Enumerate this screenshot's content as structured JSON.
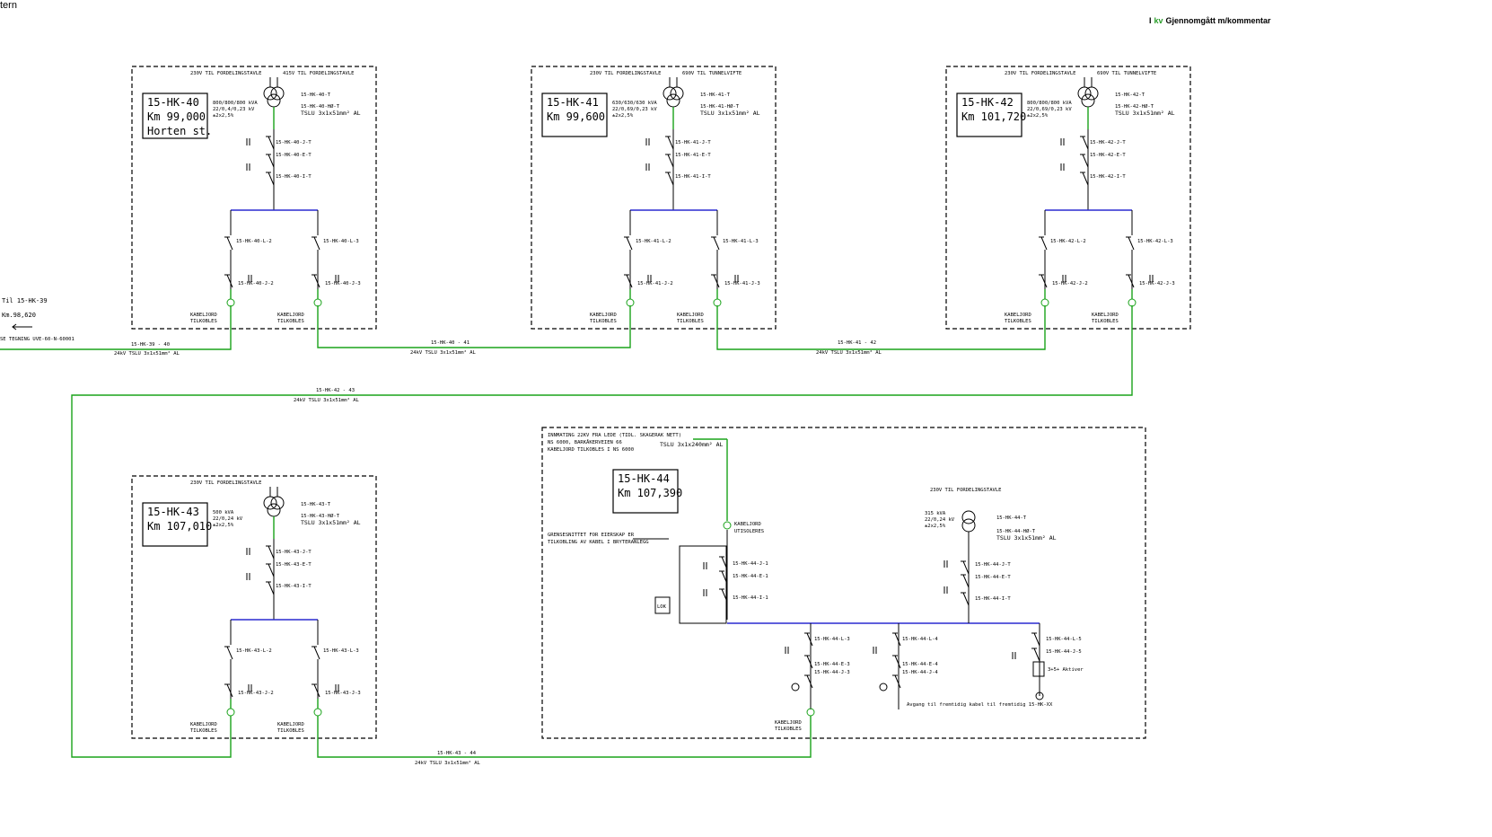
{
  "header": {
    "corner_text": "tern",
    "status_prefix": "I",
    "status_mark": "kv",
    "status_label": "Gjennomgått m/kommentar"
  },
  "stations": [
    {
      "id": "15-HK-40",
      "km": "Km 99,000",
      "extra": "Horten st.",
      "left_feed": "230V TIL FORDELINGSTAVLE",
      "right_feed": "415V TIL FORDELINGSTAVLE",
      "rating": "800/800/800 kVA",
      "voltage": "22/0,4/0,23 kV",
      "tap": "±2x2,5%",
      "t_label": "15-HK-40-T",
      "ht_label": "15-HK-40-HØ-T",
      "cable": "TSLU 3x1x51mm² AL",
      "j_label": "15-HK-40-J-T",
      "e_label": "15-HK-40-E-T",
      "i_label": "15-HK-40-I-T",
      "l2": "15-HK-40-L-2",
      "l3": "15-HK-40-L-3",
      "j2": "15-HK-40-J-2",
      "j3": "15-HK-40-J-3",
      "kab": "KABELJORD",
      "tilk": "TILKOBLES"
    },
    {
      "id": "15-HK-41",
      "km": "Km 99,600",
      "extra": "",
      "left_feed": "230V TIL FORDELINGSTAVLE",
      "right_feed": "690V TIL TUNNELVIFTE",
      "rating": "630/630/630 kVA",
      "voltage": "22/0,69/0,23 kV",
      "tap": "±2x2,5%",
      "t_label": "15-HK-41-T",
      "ht_label": "15-HK-41-HØ-T",
      "cable": "TSLU 3x1x51mm² AL",
      "j_label": "15-HK-41-J-T",
      "e_label": "15-HK-41-E-T",
      "i_label": "15-HK-41-I-T",
      "l2": "15-HK-41-L-2",
      "l3": "15-HK-41-L-3",
      "j2": "15-HK-41-J-2",
      "j3": "15-HK-41-J-3",
      "kab": "KABELJORD",
      "tilk": "TILKOBLES"
    },
    {
      "id": "15-HK-42",
      "km": "Km 101,720",
      "extra": "",
      "left_feed": "230V TIL FORDELINGSTAVLE",
      "right_feed": "690V TIL TUNNELVIFTE",
      "rating": "800/800/800 kVA",
      "voltage": "22/0,69/0,23 kV",
      "tap": "±2x2,5%",
      "t_label": "15-HK-42-T",
      "ht_label": "15-HK-42-HØ-T",
      "cable": "TSLU 3x1x51mm² AL",
      "j_label": "15-HK-42-J-T",
      "e_label": "15-HK-42-E-T",
      "i_label": "15-HK-42-I-T",
      "l2": "15-HK-42-L-2",
      "l3": "15-HK-42-L-3",
      "j2": "15-HK-42-J-2",
      "j3": "15-HK-42-J-3",
      "kab": "KABELJORD",
      "tilk": "TILKOBLES"
    },
    {
      "id": "15-HK-43",
      "km": "Km 107,010",
      "extra": "",
      "left_feed": "230V TIL FORDELINGSTAVLE",
      "right_feed": "",
      "rating": "500 kVA",
      "voltage": "22/0,24 kV",
      "tap": "±2x2,5%",
      "t_label": "15-HK-43-T",
      "ht_label": "15-HK-43-HØ-T",
      "cable": "TSLU 3x1x51mm² AL",
      "j_label": "15-HK-43-J-T",
      "e_label": "15-HK-43-E-T",
      "i_label": "15-HK-43-I-T",
      "l2": "15-HK-43-L-2",
      "l3": "15-HK-43-L-3",
      "j2": "15-HK-43-J-2",
      "j3": "15-HK-43-J-3",
      "kab": "KABELJORD",
      "tilk": "TILKOBLES"
    }
  ],
  "station44": {
    "id": "15-HK-44",
    "km": "Km 107,390",
    "inmating_1": "INNMATING 22KV FRA LEDE (TIDL. SKAGERAK NETT)",
    "inmating_2": "NS 6000, BARKÅKERVEIEN 66",
    "inmating_3": "KABELJORD TILKOBLES I NS 6000",
    "cable_in": "TSLU 3x1x240mm² AL",
    "grense_1": "GRENSESNITTET FOR EIERSKAP ER",
    "grense_2": "TILKOBLING AV KABEL I BRYTERANLEGG",
    "kab_isol_1": "KABELJORD",
    "kab_isol_2": "UTISOLERES",
    "j1": "15-HK-44-J-1",
    "e1": "15-HK-44-E-1",
    "i1": "15-HK-44-I-1",
    "feed": "230V TIL FORDELINGSTAVLE",
    "rating": "315 kVA",
    "voltage": "22/0,24 kV",
    "tap": "±2x2,5%",
    "t_label": "15-HK-44-T",
    "ht_label": "15-HK-44-HØ-T",
    "cable": "TSLU 3x1x51mm² AL",
    "jt": "15-HK-44-J-T",
    "et": "15-HK-44-E-T",
    "it": "15-HK-44-I-T",
    "l3": "15-HK-44-L-3",
    "e3": "15-HK-44-E-3",
    "j3": "15-HK-44-J-3",
    "l4": "15-HK-44-L-4",
    "e4": "15-HK-44-E-4",
    "j4": "15-HK-44-J-4",
    "l5": "15-HK-44-L-5",
    "j5": "15-HK-44-J-5",
    "reserve": "3+5+ Aktiver",
    "fremtidig": "Avgang til fremtidig kabel til fremtidig 15-HK-XX",
    "lok": "LOK",
    "kab": "KABELJORD",
    "tilk": "TILKOBLES"
  },
  "left_ref": {
    "til": "Til  15-HK-39",
    "km": "Km.98,620",
    "see": "SE TEGNING UVE-60-N-60001"
  },
  "cables": [
    {
      "id": "c39",
      "label": "15-HK-39 - 40",
      "spec": "24kV TSLU 3x1x51mm² AL"
    },
    {
      "id": "c40",
      "label": "15-HK-40 - 41",
      "spec": "24kV TSLU 3x1x51mm² AL"
    },
    {
      "id": "c41",
      "label": "15-HK-41 - 42",
      "spec": "24kV TSLU 3x1x51mm² AL"
    },
    {
      "id": "c42",
      "label": "15-HK-42 - 43",
      "spec": "24kV TSLU 3x1x51mm² AL"
    },
    {
      "id": "c43",
      "label": "15-HK-43 - 44",
      "spec": "24kV TSLU 3x1x51mm² AL"
    }
  ],
  "colors": {
    "cable": "#1aa31a",
    "busbar": "#2a2ad0",
    "frame": "#000000"
  }
}
